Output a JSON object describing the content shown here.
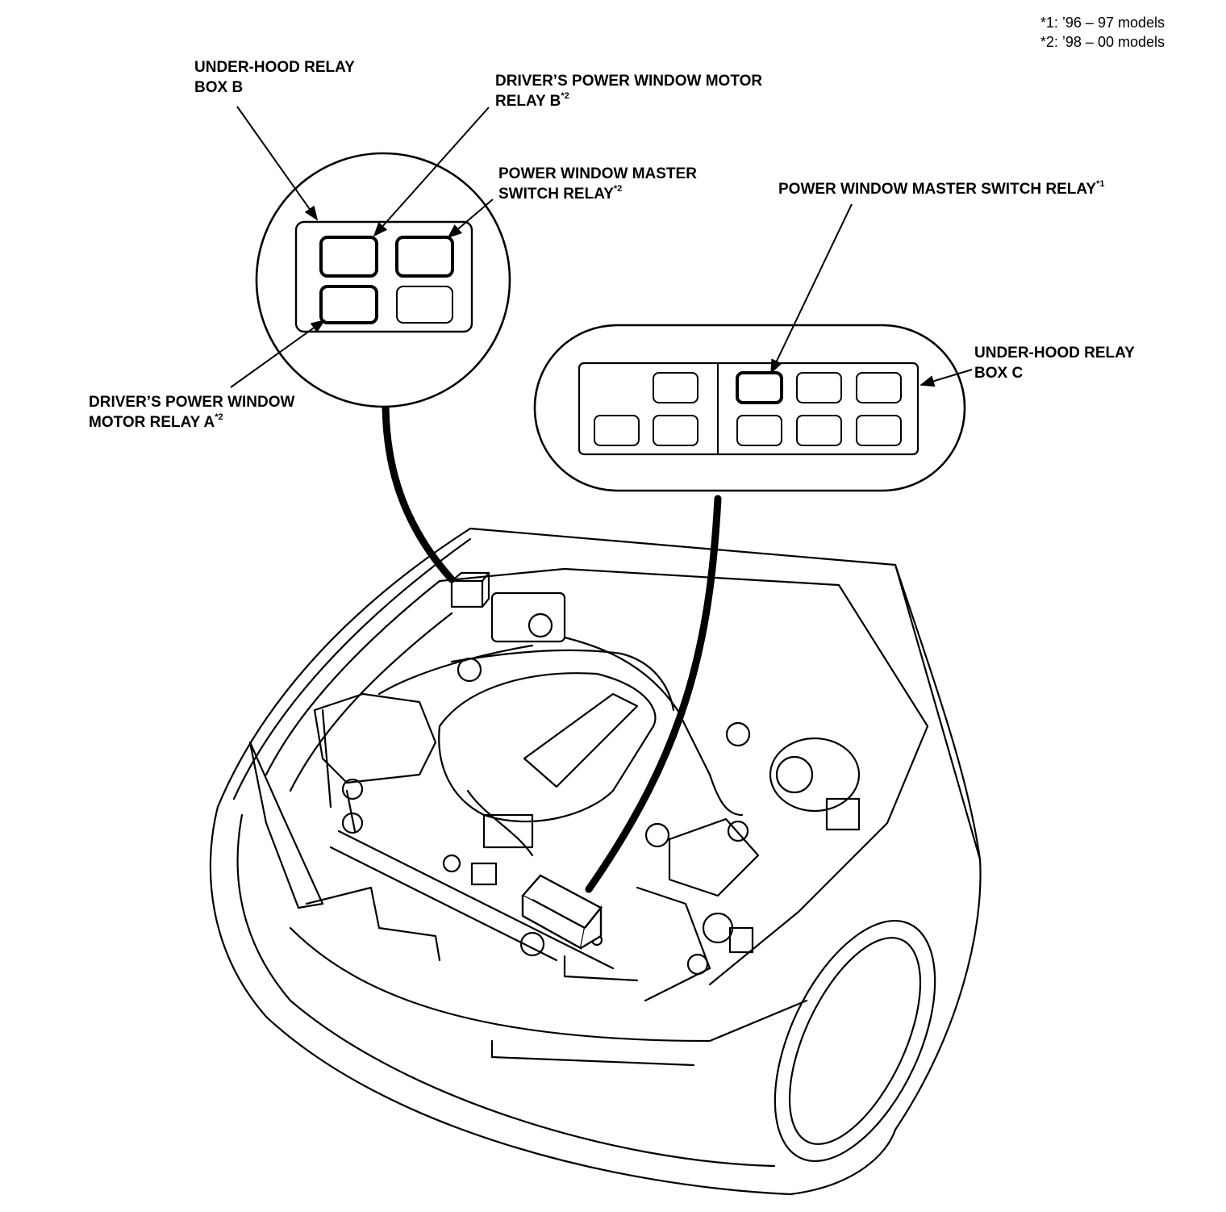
{
  "notes": {
    "note1": "*1: ’96 – 97 models",
    "note2": "*2: ’98 – 00 models"
  },
  "labels": {
    "box_b": {
      "line1": "UNDER-HOOD RELAY",
      "line2": "BOX B"
    },
    "motor_relay_b": {
      "line1": "DRIVER’S POWER WINDOW MOTOR",
      "line2": "RELAY B",
      "mark": "*2"
    },
    "master_switch_relay_2": {
      "line1": "POWER WINDOW MASTER",
      "line2": "SWITCH RELAY",
      "mark": "*2"
    },
    "master_switch_relay_1": {
      "line1": "POWER WINDOW MASTER SWITCH RELAY",
      "mark": "*1"
    },
    "box_c": {
      "line1": "UNDER-HOOD RELAY",
      "line2": "BOX C"
    },
    "motor_relay_a": {
      "line1": "DRIVER’S POWER WINDOW",
      "line2": "MOTOR RELAY A",
      "mark": "*2"
    }
  }
}
